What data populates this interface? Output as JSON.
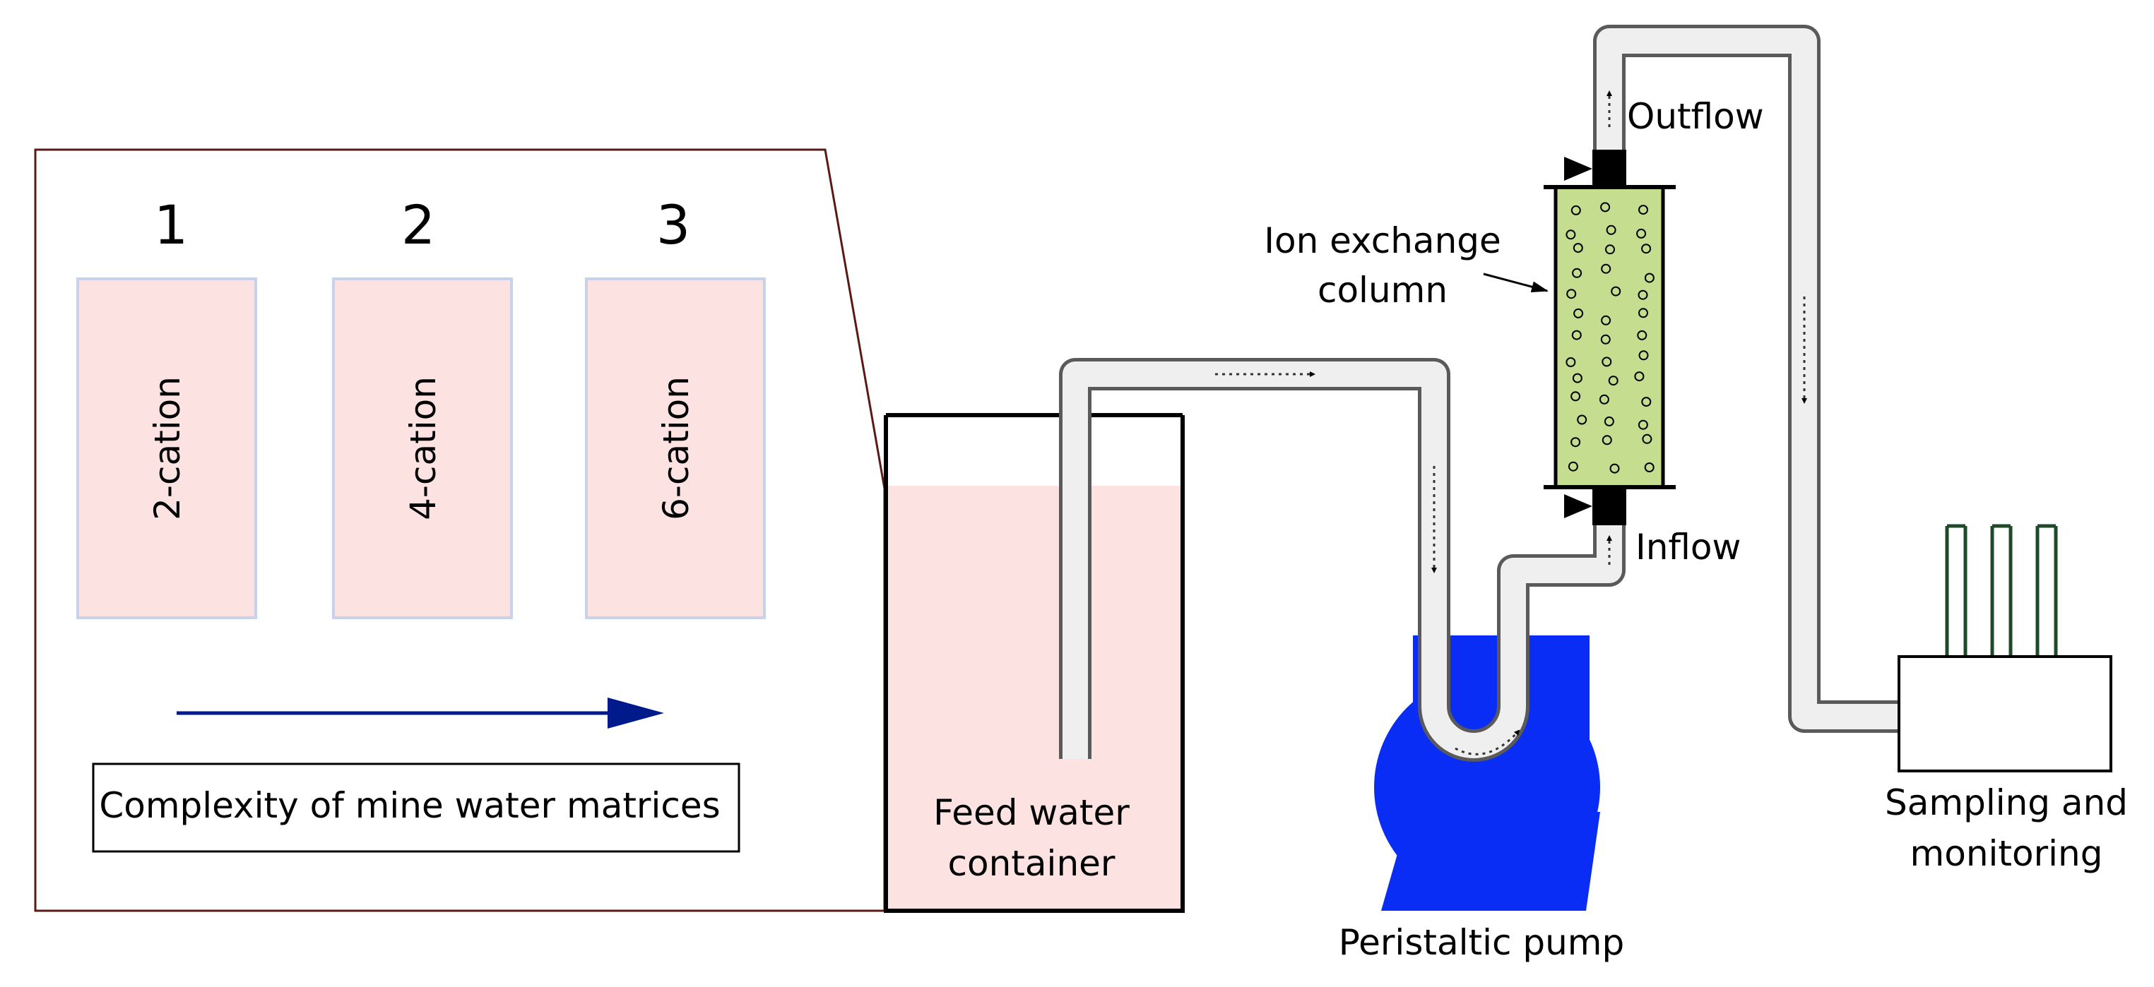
{
  "inset": {
    "columns": [
      {
        "number": "1",
        "label": "2-cation"
      },
      {
        "number": "2",
        "label": "4-cation"
      },
      {
        "number": "3",
        "label": "6-cation"
      }
    ],
    "caption": "Complexity of mine water matrices"
  },
  "labels": {
    "feed_line1": "Feed water",
    "feed_line2": "container",
    "pump": "Peristaltic pump",
    "column_line1": "Ion exchange",
    "column_line2": "column",
    "outflow": "Outflow",
    "inflow": "Inflow",
    "sampling_line1": "Sampling and",
    "sampling_line2": "monitoring"
  },
  "colors": {
    "water": "#fde2e2",
    "matrix_box": "#fde2e2",
    "matrix_box_border": "#c8d2ea",
    "inset_border": "#5a1a14",
    "arrow": "#001a8c",
    "pump": "#0a2df5",
    "resin": "#c5dd8f",
    "probe": "#1f4a2a"
  }
}
